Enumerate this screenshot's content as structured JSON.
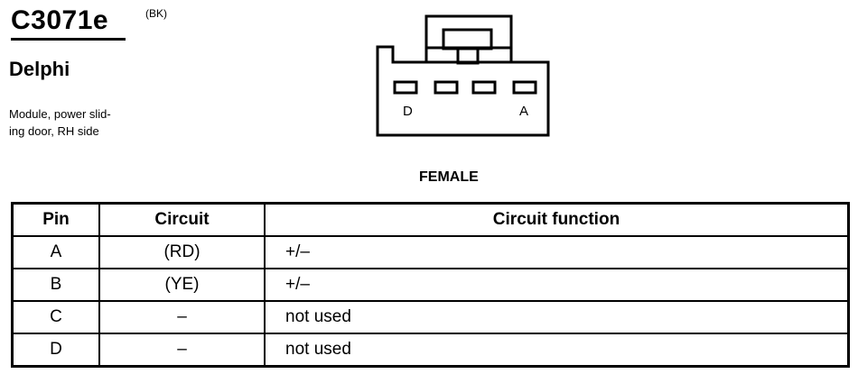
{
  "header": {
    "connector_id": "C3071e",
    "color_code": "(BK)",
    "manufacturer": "Delphi",
    "description": "Module, power slid-\ning door, RH side"
  },
  "diagram": {
    "pin_label_left": "D",
    "pin_label_right": "A",
    "gender": "FEMALE"
  },
  "table": {
    "headers": {
      "pin": "Pin",
      "circuit": "Circuit",
      "function": "Circuit function"
    },
    "rows": [
      {
        "pin": "A",
        "circuit": "(RD)",
        "function": "+/–"
      },
      {
        "pin": "B",
        "circuit": "(YE)",
        "function": "+/–"
      },
      {
        "pin": "C",
        "circuit": "–",
        "function": "not used"
      },
      {
        "pin": "D",
        "circuit": "–",
        "function": "not used"
      }
    ]
  }
}
